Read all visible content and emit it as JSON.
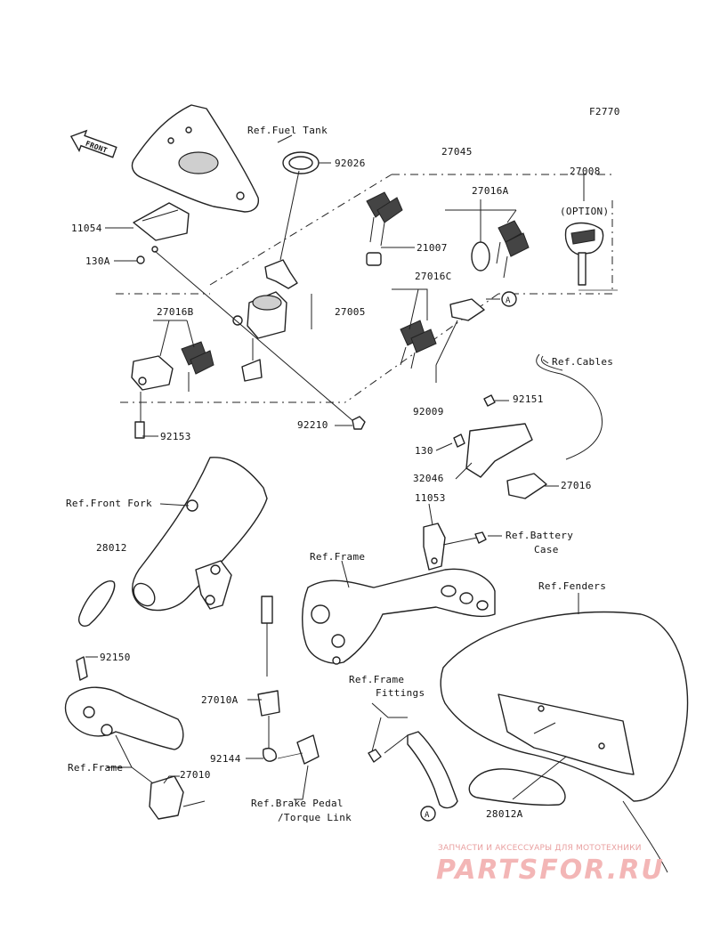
{
  "diagram": {
    "code": "F2770",
    "front_label": "FRONT",
    "option_label": "(OPTION)",
    "refs": {
      "fuel_tank": "Ref.Fuel Tank",
      "cables": "Ref.Cables",
      "front_fork": "Ref.Front Fork",
      "frame_mid": "Ref.Frame",
      "battery_case_1": "Ref.Battery",
      "battery_case_2": "Case",
      "fenders": "Ref.Fenders",
      "frame_fittings_1": "Ref.Frame",
      "frame_fittings_2": "Fittings",
      "frame_lower": "Ref.Frame",
      "brake_pedal_1": "Ref.Brake Pedal",
      "brake_pedal_2": "/Torque Link"
    },
    "parts": {
      "p92026": "92026",
      "p27045": "27045",
      "p27008": "27008",
      "p27016A": "27016A",
      "p11054": "11054",
      "p130A": "130A",
      "p21007": "21007",
      "p27016C": "27016C",
      "p27005": "27005",
      "p27016B": "27016B",
      "p92009": "92009",
      "p92151": "92151",
      "p92210": "92210",
      "p92153": "92153",
      "p130": "130",
      "p32046": "32046",
      "p27016": "27016",
      "p11053": "11053",
      "p28012": "28012",
      "p92150": "92150",
      "p27010A": "27010A",
      "p92144": "92144",
      "p27010": "27010",
      "p28012A": "28012A"
    },
    "markers": {
      "a1": "A",
      "a2": "A"
    }
  },
  "watermark": {
    "subtitle": "ЗАПЧАСТИ И АКСЕССУАРЫ ДЛЯ МОТОТЕХНИКИ",
    "logo": "PARTSFOR.RU"
  }
}
